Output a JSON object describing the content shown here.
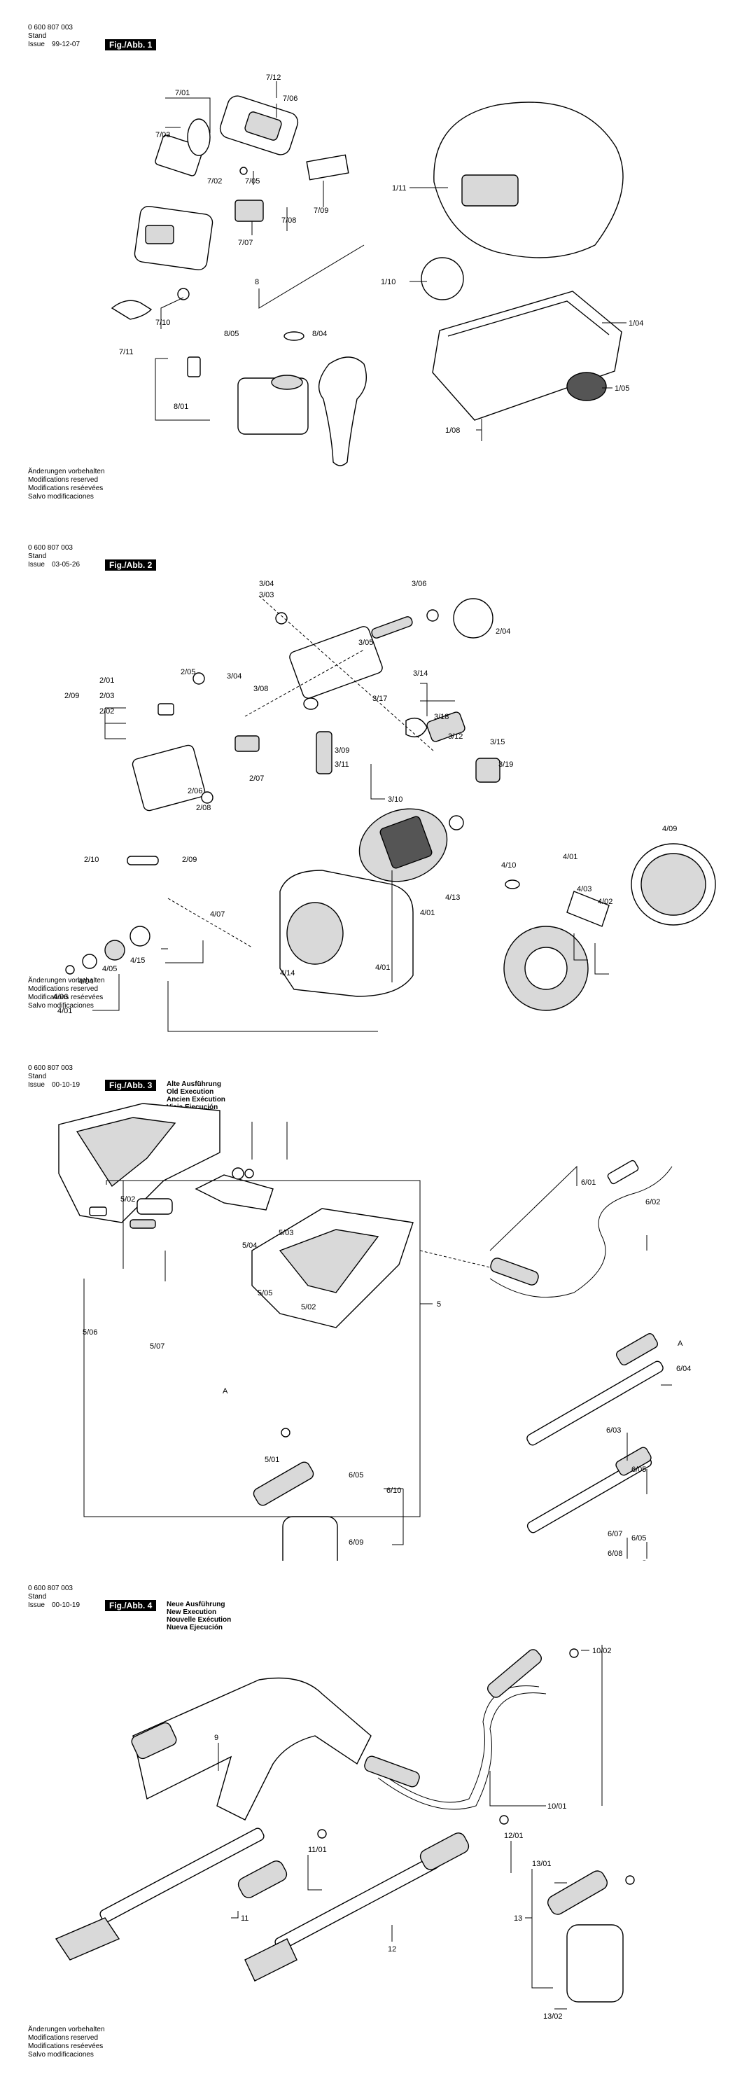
{
  "doc_number": "0 600 807 003",
  "stand_label": "Stand",
  "issue_label": "Issue",
  "notes": [
    "Änderungen vorbehalten",
    "Modifications reserved",
    "Modifications reséevées",
    "Salvo modificaciones"
  ],
  "exec_old": [
    "Alte Ausführung",
    "Old Execution",
    "Ancien Exécution",
    "Vieja Ejecución"
  ],
  "exec_new": [
    "Neue Ausführung",
    "New Execution",
    "Nouvelle Exécution",
    "Nueva Ejecución"
  ],
  "sheets": [
    {
      "date": "99-12-07",
      "fig": "Fig./Abb. 1",
      "labels": [
        "7/01",
        "7/12",
        "7/06",
        "7/03",
        "7/02",
        "7/05",
        "7/09",
        "7/07",
        "7/08",
        "1/11",
        "8",
        "1/10",
        "7/10",
        "8/05",
        "8/04",
        "1/04",
        "7/11",
        "8/01",
        "1/05",
        "1/08"
      ]
    },
    {
      "date": "03-05-26",
      "fig": "Fig./Abb. 2",
      "labels": [
        "3/04",
        "3/03",
        "3/06",
        "2/04",
        "2/05",
        "3/05",
        "3/04",
        "3/08",
        "3/14",
        "2/09",
        "2/01",
        "2/03",
        "2/02",
        "3/17",
        "3/18",
        "3/12",
        "3/15",
        "3/09",
        "3/11",
        "3/10",
        "3/19",
        "2/07",
        "2/06",
        "2/08",
        "2/10",
        "2/09",
        "4/09",
        "4/10",
        "4/01",
        "4/03",
        "4/02",
        "4/13",
        "4/01",
        "4/07",
        "4/15",
        "4/05",
        "4/04",
        "4/06",
        "4/01",
        "4/14",
        "4/01"
      ]
    },
    {
      "date": "00-10-19",
      "fig": "Fig./Abb. 3",
      "labels": [
        "6/01",
        "5/02",
        "6/02",
        "5/04",
        "5/03",
        "5",
        "5/05",
        "5/02",
        "5/06",
        "5/07",
        "A",
        "A",
        "6/04",
        "6/03",
        "5/01",
        "6/05",
        "6/05",
        "6/10",
        "6/07",
        "6/09",
        "6/05",
        "6/08"
      ]
    },
    {
      "date": "00-10-19",
      "fig": "Fig./Abb. 4",
      "labels": [
        "10/02",
        "9",
        "10/01",
        "11/01",
        "12/01",
        "11",
        "12",
        "13/01",
        "13",
        "13/02"
      ]
    }
  ]
}
